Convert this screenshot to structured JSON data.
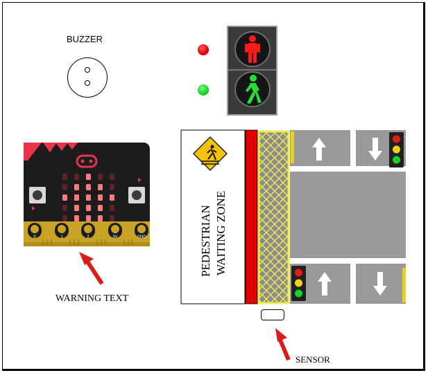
{
  "labels": {
    "buzzer": "BUZZER",
    "warning_text": "WARNING TEXT",
    "sensor": "SENSOR",
    "zone_line1": "PEDESTRIAN",
    "zone_line2": "WAITING ZONE"
  },
  "microbit_pins": [
    "0",
    "1",
    "2",
    "3V",
    "GND"
  ],
  "colors": {
    "led_red": "#e10000",
    "led_green": "#16d02a",
    "road": "#999999",
    "crossing_yellow": "#e9e24a",
    "curb_red": "#e00000"
  }
}
